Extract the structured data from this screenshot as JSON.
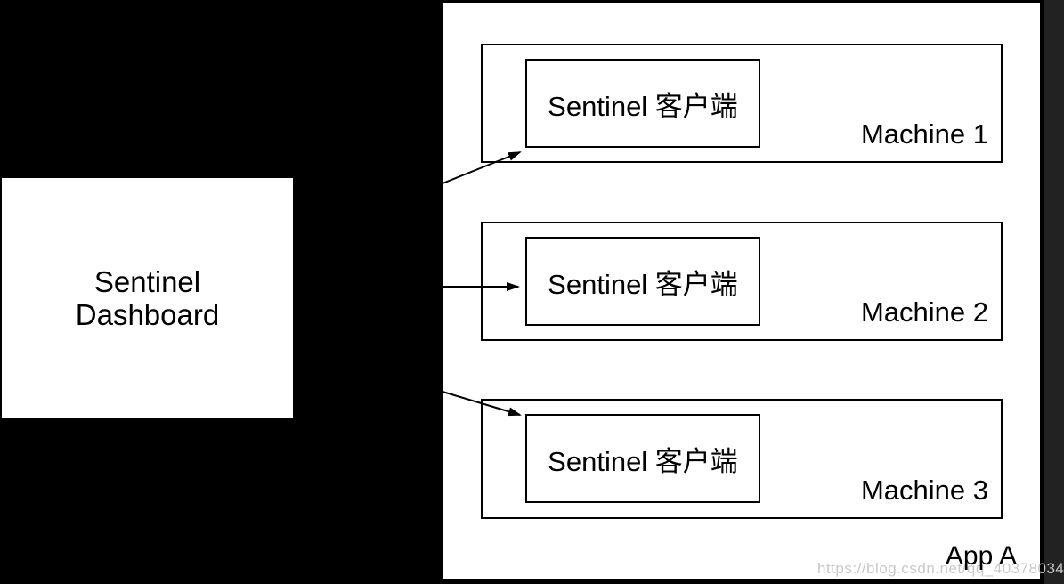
{
  "dashboard": {
    "line1": "Sentinel",
    "line2": "Dashboard"
  },
  "app": {
    "label": "App A",
    "machines": [
      {
        "label": "Machine 1",
        "client": "Sentinel 客户端"
      },
      {
        "label": "Machine 2",
        "client": "Sentinel 客户端"
      },
      {
        "label": "Machine 3",
        "client": "Sentinel 客户端"
      }
    ]
  },
  "watermark": "https://blog.csdn.net/qq_40378034",
  "colors": {
    "background": "#000000",
    "surface": "#ffffff",
    "line": "#000000",
    "text": "#000000",
    "watermark": "#c9c9c9"
  }
}
